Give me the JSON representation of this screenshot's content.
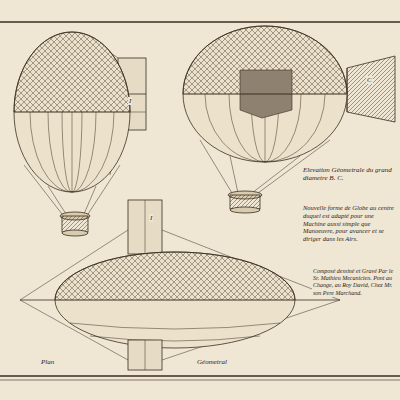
{
  "diagram": {
    "labels": [
      "Elevation Géometrale du grand diametre B. C.",
      "Nouvelle forme de Globe au centre duquel est adapté pour une Machine aussi simple que Manoeuvre, pour avancer et se diriger dans les Airs.",
      "Composé dessiné et Gravé Par le Sr. Mathieu Mecanicien. Pont au Change, au Roy David, Chez Mr. son Pere Marchand.",
      "Plan",
      "Géometral",
      "I",
      "I",
      "C"
    ]
  }
}
